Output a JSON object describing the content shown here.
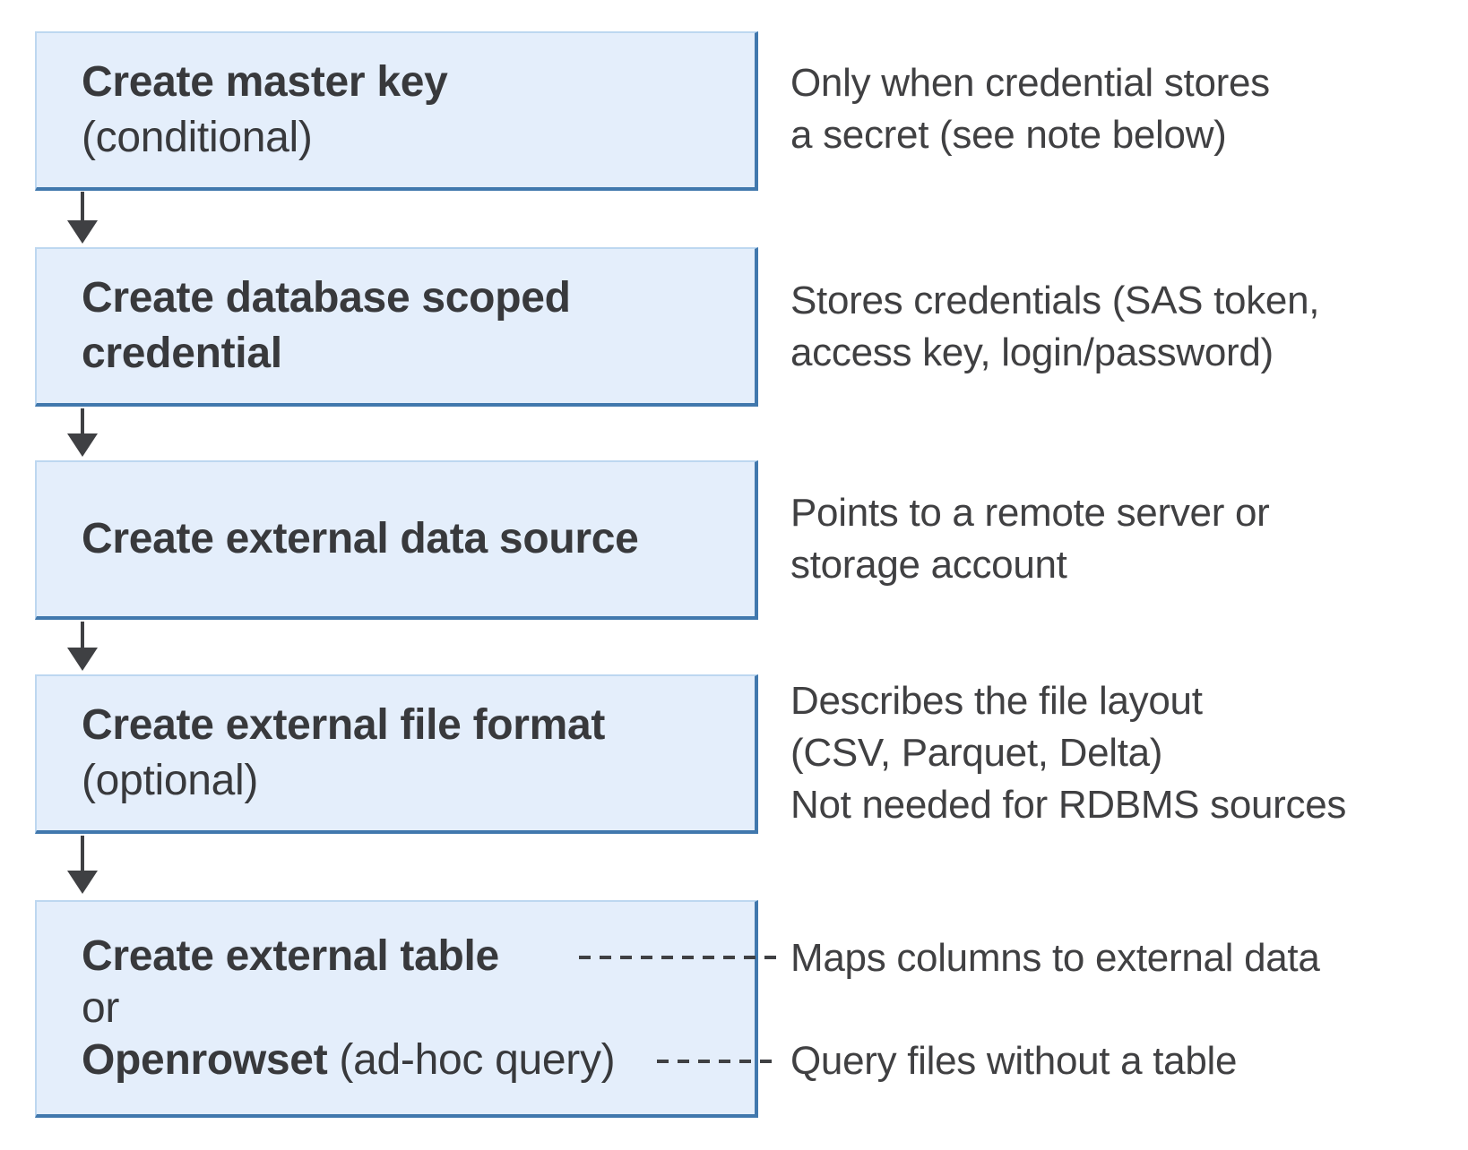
{
  "colors": {
    "box_fill": "#e4eefb",
    "box_border_light": "#bdd7f0",
    "box_border_strong": "#4178ad",
    "arrow": "#3f4043",
    "text_primary": "#38393c",
    "text_secondary": "#404042",
    "background": "#ffffff"
  },
  "steps": [
    {
      "title": "Create master key",
      "qualifier": "(conditional)"
    },
    {
      "title_line1": "Create database scoped",
      "title_line2": "credential"
    },
    {
      "title": "Create external data source"
    },
    {
      "title": "Create external file format",
      "qualifier": "(optional)"
    },
    {
      "line1": "Create external table",
      "line2": "or",
      "line3_bold": "Openrowset",
      "line3_rest": " (ad-hoc query)"
    }
  ],
  "annotations": [
    {
      "lines": [
        "Only when credential stores",
        "a secret (see note below)"
      ]
    },
    {
      "lines": [
        "Stores credentials (SAS token,",
        "access key, login/password)"
      ]
    },
    {
      "lines": [
        "Points to a remote server or",
        "storage account"
      ]
    },
    {
      "lines": [
        "Describes the file layout",
        "(CSV, Parquet, Delta)",
        "Not needed for RDBMS sources"
      ]
    },
    {
      "lines": [
        "Maps columns to external data"
      ]
    },
    {
      "lines": [
        "Query files without a table"
      ]
    }
  ]
}
